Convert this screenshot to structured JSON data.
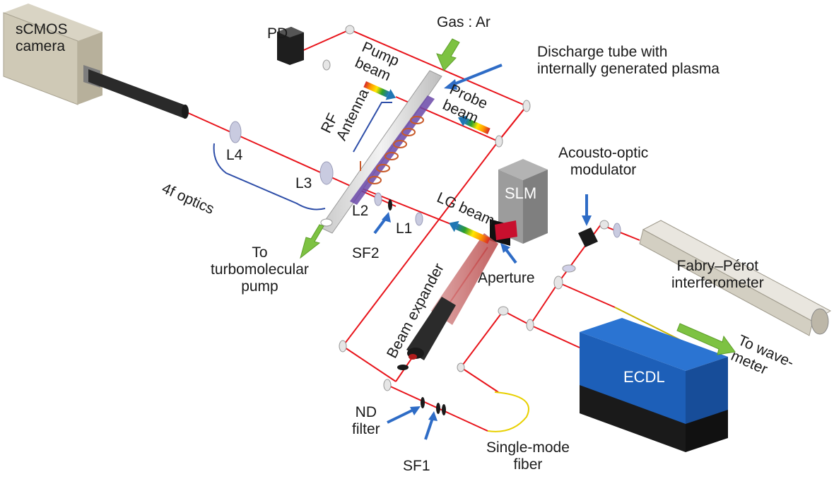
{
  "labels": {
    "camera": [
      "sCMOS",
      "camera"
    ],
    "pd": "PD",
    "gas": "Gas : Ar",
    "pump_beam": [
      "Pump",
      "beam"
    ],
    "discharge": [
      "Discharge tube with",
      "internally generated plasma"
    ],
    "probe_beam": [
      "Probe",
      "beam"
    ],
    "rf_antenna": [
      "RF",
      "Antenna"
    ],
    "l4": "L4",
    "l3": "L3",
    "l2": "L2",
    "l1": "L1",
    "sf2": "SF2",
    "lg_beam": "LG beam",
    "slm": "SLM",
    "aom": [
      "Acousto-optic",
      "modulator"
    ],
    "optics_4f": "4f optics",
    "to_pump": [
      "To",
      "turbomolecular",
      "pump"
    ],
    "beam_expander": "Beam expander",
    "aperture": "Aperture",
    "fabry_perot": [
      "Fabry–Pérot",
      "interferometer"
    ],
    "ecdl": "ECDL",
    "to_wavemeter": [
      "To wave-",
      "meter"
    ],
    "nd_filter": [
      "ND",
      "filter"
    ],
    "sf1": "SF1",
    "fiber": [
      "Single-mode",
      "fiber"
    ]
  },
  "colors": {
    "laser": "#e8141b",
    "arrow_blue": "#2e6cc6",
    "arrow_green": "#7dc242",
    "ecdl_blue": "#1d5fb8",
    "slm_gray": "#8a8a8a",
    "fiber_yellow": "#e8d000"
  }
}
